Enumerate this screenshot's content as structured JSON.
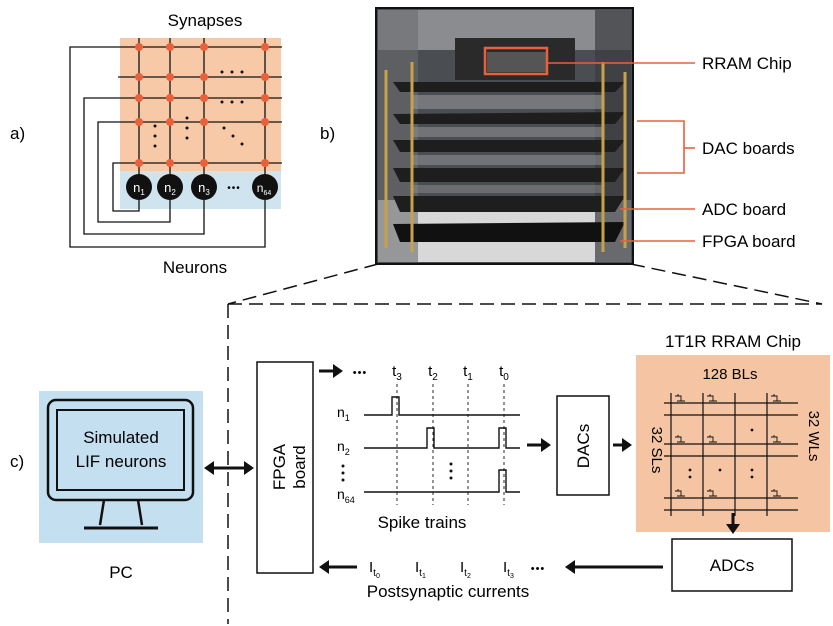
{
  "panel_labels": {
    "a": "a)",
    "b": "b)",
    "c": "c)"
  },
  "panel_a": {
    "synapses_label": "Synapses",
    "neurons_label": "Neurons",
    "neurons": [
      {
        "name": "n",
        "sub": "1"
      },
      {
        "name": "n",
        "sub": "2"
      },
      {
        "name": "n",
        "sub": "3"
      },
      {
        "name": "n",
        "sub": "64"
      }
    ],
    "ellipsis": "•••"
  },
  "panel_b": {
    "labels": [
      "RRAM Chip",
      "DAC boards",
      "ADC board",
      "FPGA board"
    ]
  },
  "panel_c": {
    "pc_screen_line1": "Simulated",
    "pc_screen_line2": "LIF neurons",
    "pc_label": "PC",
    "fpga_line1": "FPGA",
    "fpga_line2": "board",
    "spike_times": [
      {
        "name": "t",
        "sub": "3"
      },
      {
        "name": "t",
        "sub": "2"
      },
      {
        "name": "t",
        "sub": "1"
      },
      {
        "name": "t",
        "sub": "0"
      }
    ],
    "spike_rows": [
      {
        "name": "n",
        "sub": "1"
      },
      {
        "name": "n",
        "sub": "2"
      },
      {
        "name": "n",
        "sub": "64"
      }
    ],
    "spike_trains_label": "Spike trains",
    "dacs_label": "DACs",
    "adcs_label": "ADCs",
    "chip_title": "1T1R RRAM Chip",
    "bls_label": "128 BLs",
    "sls_label": "32 SLs",
    "wls_label": "32 WLs",
    "currents": [
      {
        "name": "I",
        "sub": "t",
        "subsub": "0"
      },
      {
        "name": "I",
        "sub": "t",
        "subsub": "1"
      },
      {
        "name": "I",
        "sub": "t",
        "subsub": "2"
      },
      {
        "name": "I",
        "sub": "t",
        "subsub": "3"
      }
    ],
    "postsynaptic_label": "Postsynaptic currents",
    "ellipsis": "•••"
  },
  "colors": {
    "synapse_bg": "#f8c9a6",
    "neuron_bg": "#cfe4ef",
    "synapse_dot": "#e8603c",
    "pc_bg": "#c4dff0",
    "chip_bg": "#f5c4a2",
    "callout": "#e8603c"
  }
}
